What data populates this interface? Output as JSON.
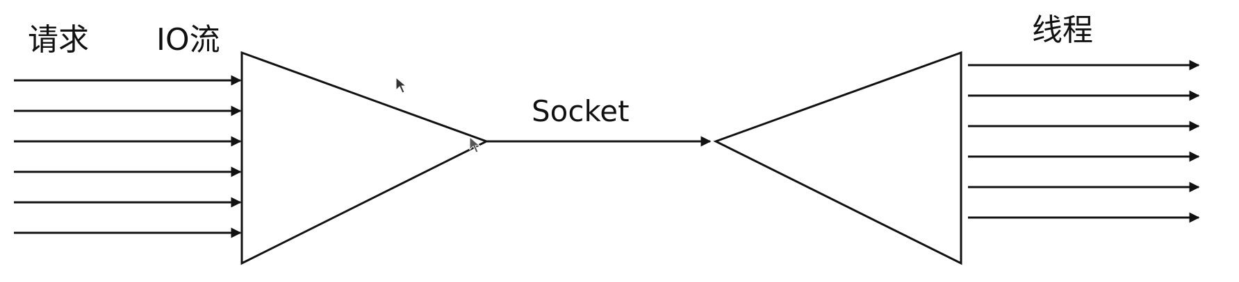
{
  "labels": {
    "requests": "请求",
    "io_stream": "IO流",
    "socket": "Socket",
    "threads": "线程"
  },
  "colors": {
    "stroke": "#111111",
    "background": "#ffffff"
  },
  "diagram": {
    "incoming_arrow_count": 6,
    "outgoing_arrow_count": 6,
    "left_shape": "funnel-triangle-pointing-right",
    "right_shape": "funnel-triangle-pointing-left",
    "cursor_icons": [
      "mouse-pointer-icon",
      "mouse-pointer-icon"
    ]
  }
}
